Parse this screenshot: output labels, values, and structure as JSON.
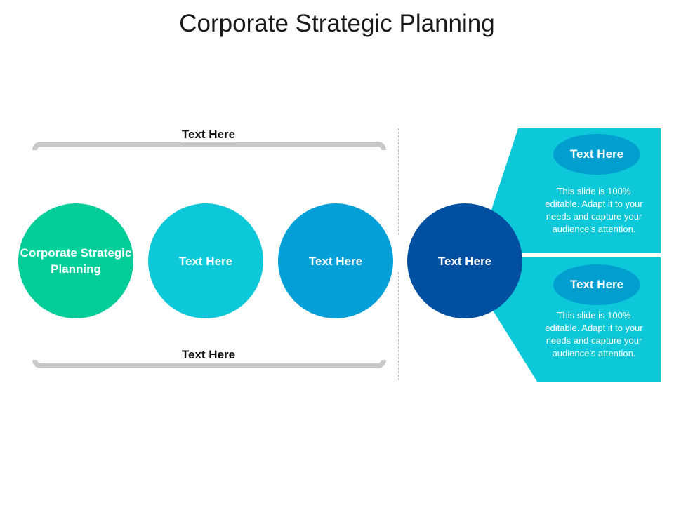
{
  "title": "Corporate Strategic Planning",
  "bracket_labels": {
    "top": "Text Here",
    "bottom": "Text Here"
  },
  "circles": [
    {
      "label": "Corporate Strategic Planning",
      "color": "#03cd98"
    },
    {
      "label": "Text Here",
      "color": "#0dc8d9"
    },
    {
      "label": "Text Here",
      "color": "#06a0d9"
    },
    {
      "label": "Text Here",
      "color": "#004fa0"
    }
  ],
  "panels": [
    {
      "heading": "Text Here",
      "body": "This slide is 100% editable. Adapt it to your needs and capture your audience's attention."
    },
    {
      "heading": "Text Here",
      "body": "This slide is 100% editable. Adapt it to your needs and capture your audience's attention."
    }
  ],
  "colors": {
    "panel": "#0dc8d9",
    "pill": "#009fd0",
    "bracket": "#c8c8c8"
  }
}
